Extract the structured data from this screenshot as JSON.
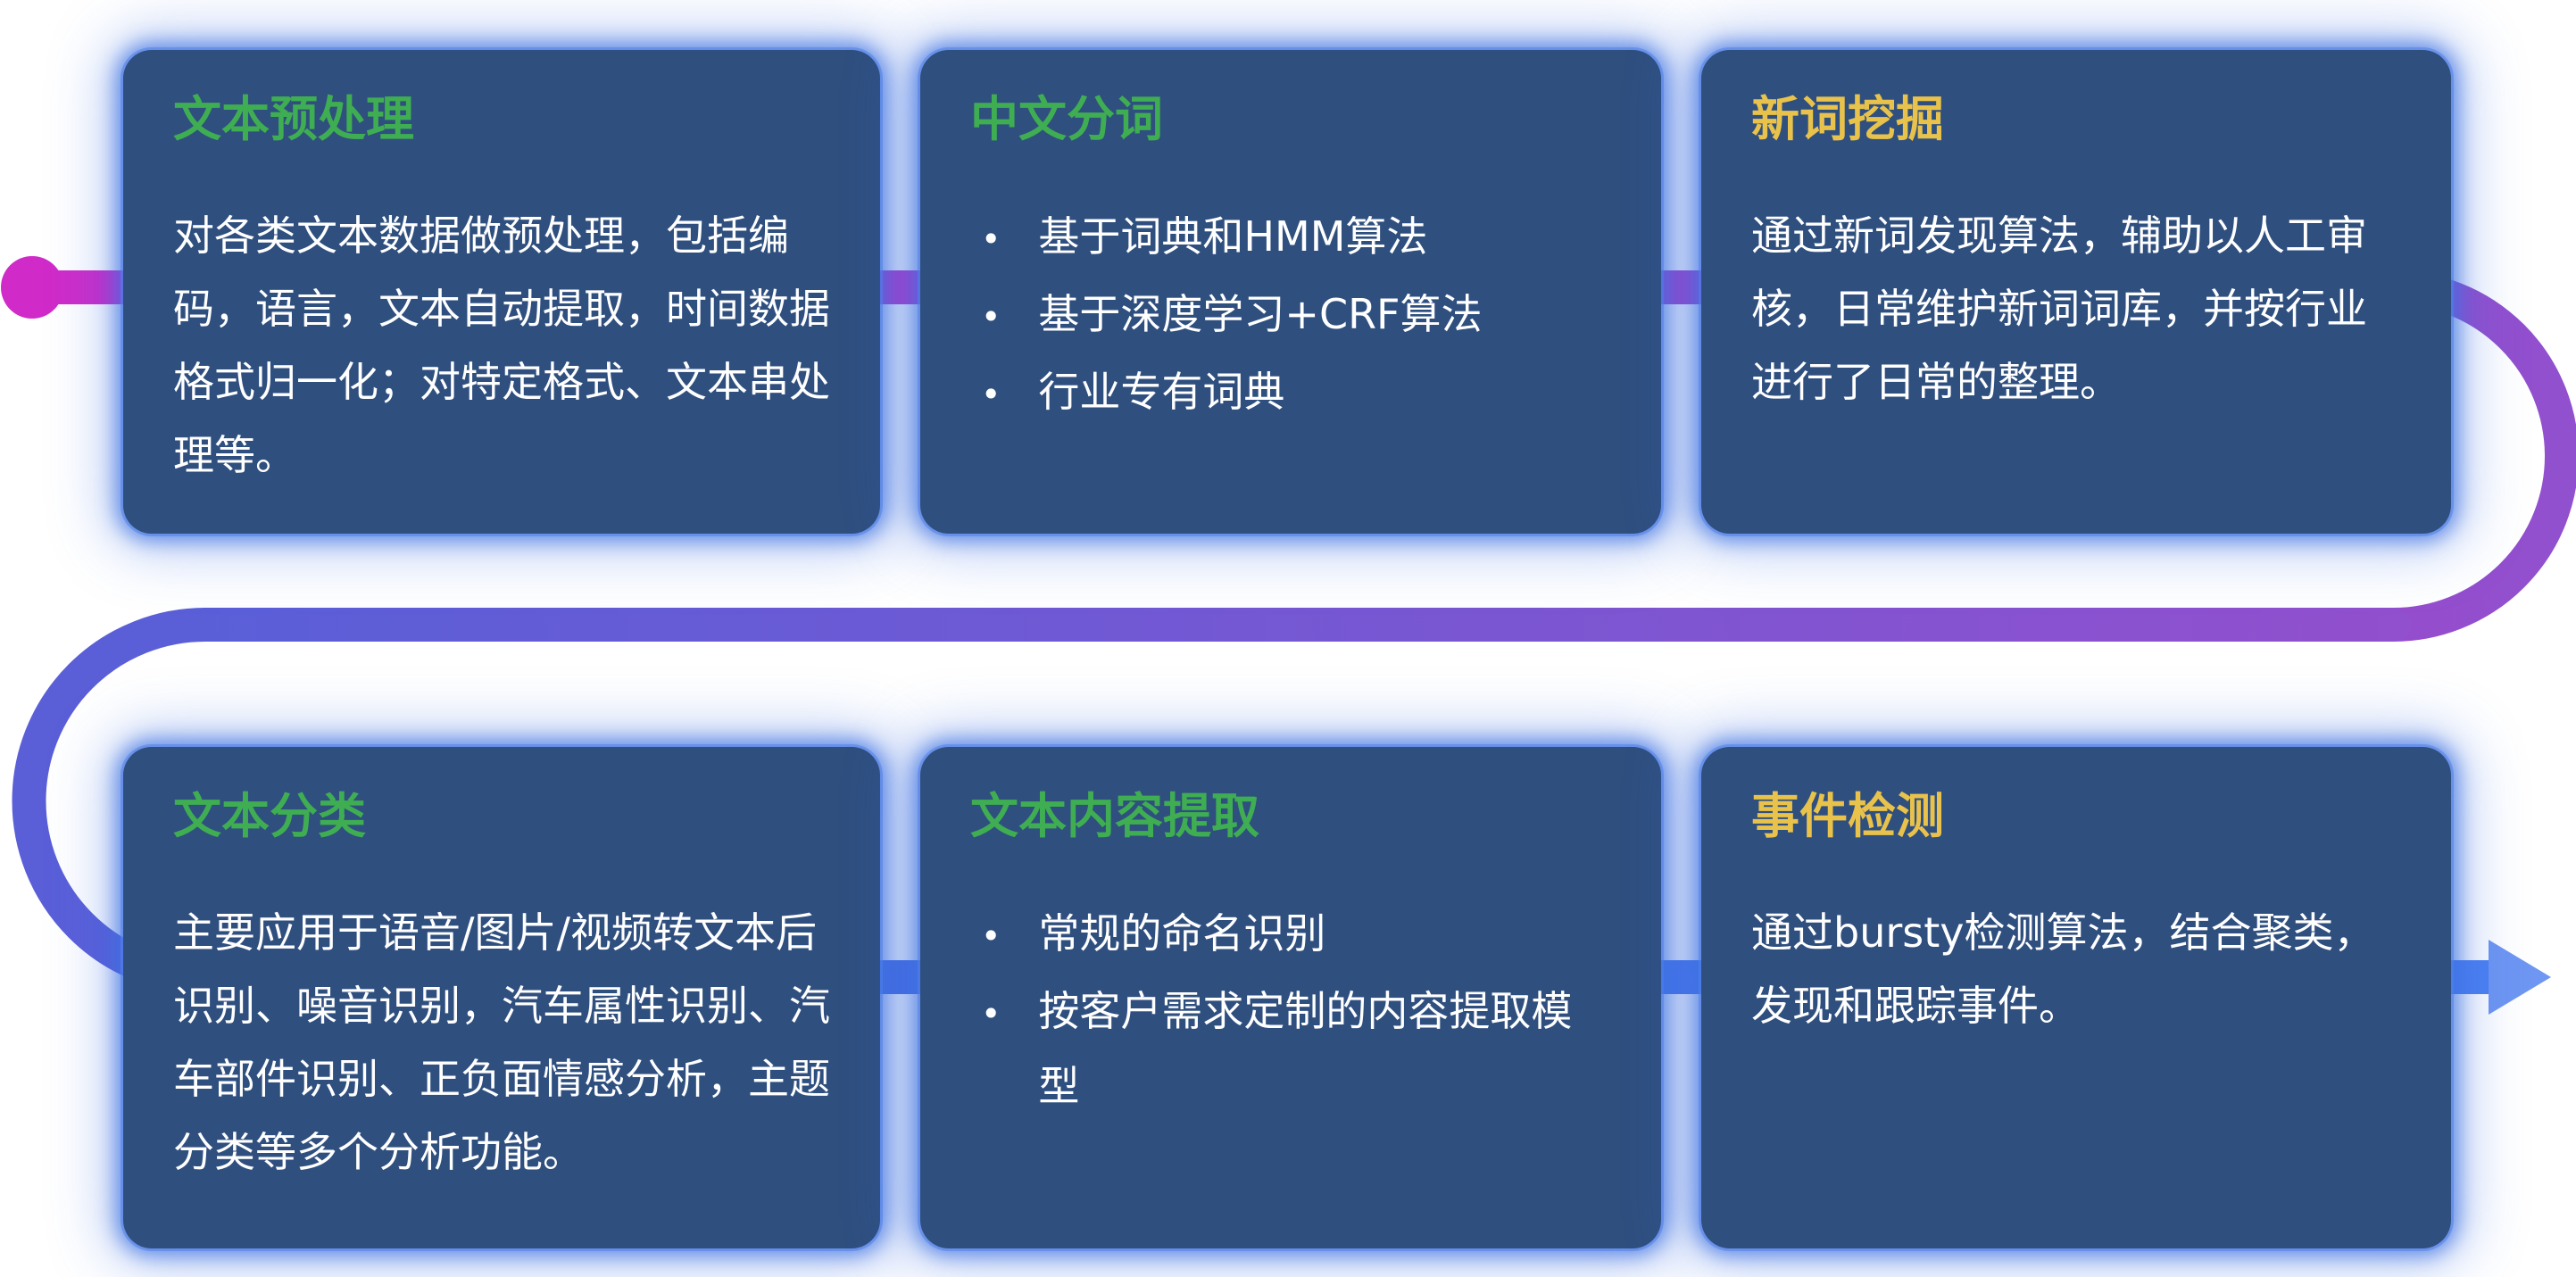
{
  "glyphs": {
    "bullet": "•"
  },
  "colors": {
    "background": "#FFFFFF",
    "card_bg": "#2F4F7F",
    "card_glow": "#3D71E2",
    "title_green": "#3FAD52",
    "title_yellow": "#E8C24B",
    "body_text": "#FFFFFF"
  },
  "flow_colors": {
    "dot": "#D02BC9",
    "magenta": "#D02BC9",
    "magenta_purple": "#B53CC8",
    "purple": "#9D47CB",
    "purple_deep": "#9150CE",
    "indigo": "#5A5FD8",
    "blue": "#476BE0",
    "blue_bright": "#4C80F2",
    "arrow": "#6E96F2"
  },
  "cards": [
    {
      "title": "文本预处理",
      "title_color": "green",
      "type": "paragraph",
      "body": "对各类文本数据做预处理，包括编码，语言，文本自动提取，时间数据格式归一化；对特定格式、文本串处理等。"
    },
    {
      "title": "中文分词",
      "title_color": "green",
      "type": "bullets",
      "bullets": [
        "基于词典和HMM算法",
        "基于深度学习+CRF算法",
        "行业专有词典"
      ]
    },
    {
      "title": "新词挖掘",
      "title_color": "yellow",
      "type": "paragraph",
      "body": "通过新词发现算法，辅助以人工审核，日常维护新词词库，并按行业进行了日常的整理。"
    },
    {
      "title": "文本分类",
      "title_color": "green",
      "type": "paragraph",
      "body": "主要应用于语音/图片/视频转文本后识别、噪音识别，汽车属性识别、汽车部件识别、正负面情感分析，主题分类等多个分析功能。"
    },
    {
      "title": "文本内容提取",
      "title_color": "green",
      "type": "bullets",
      "bullets": [
        "常规的命名识别",
        "按客户需求定制的内容提取模型"
      ]
    },
    {
      "title": "事件检测",
      "title_color": "yellow",
      "type": "paragraph",
      "body": "通过bursty检测算法，结合聚类，发现和跟踪事件。"
    }
  ]
}
